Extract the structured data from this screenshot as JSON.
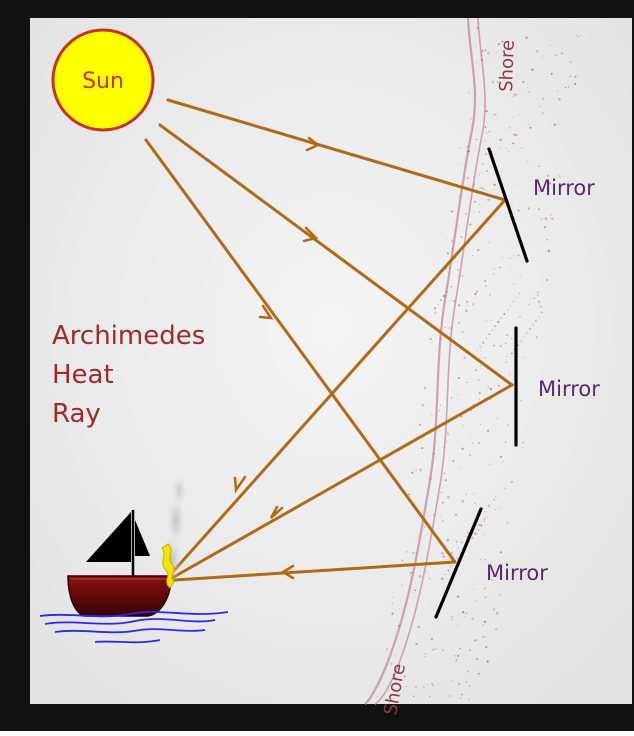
{
  "sun_label": "Sun",
  "title": {
    "line1": "Archimedes",
    "line2": "Heat",
    "line3": "Ray"
  },
  "mirror_labels": [
    "Mirror",
    "Mirror",
    "Mirror"
  ],
  "shore_labels": [
    "Shore",
    "Shore"
  ],
  "colors": {
    "frame": "#111111",
    "background": "#efefef",
    "sun_fill": "#ffff00",
    "sun_stroke": "#c8322a",
    "ray": "#b06a14",
    "title_text": "#a02a2a",
    "mirror_text": "#5a2a6a",
    "shore_text": "#8b3a4a",
    "shore_line": "#c9a2ad",
    "boat_hull": "#6b0a0a",
    "water": "#2a2aee"
  }
}
